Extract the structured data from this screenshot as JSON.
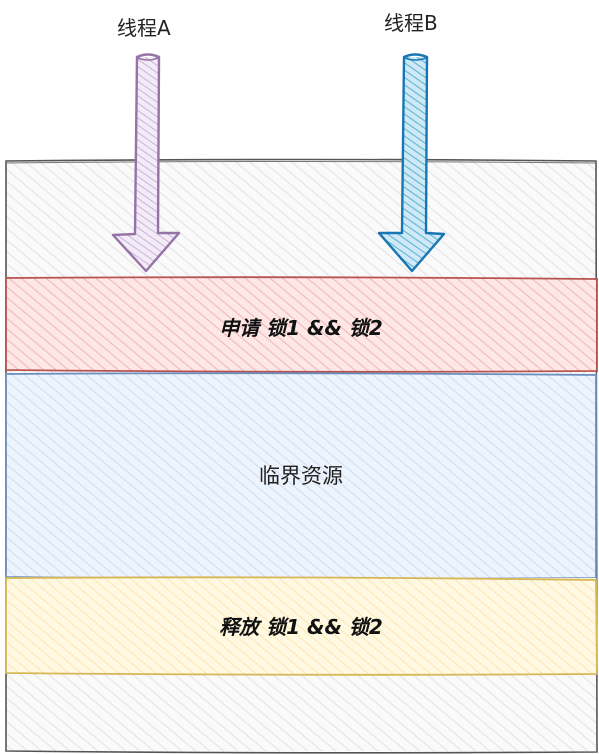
{
  "threads": {
    "a": {
      "label": "线程A",
      "color": "#9673a6"
    },
    "b": {
      "label": "线程B",
      "color": "#1976b3"
    }
  },
  "bands": {
    "acquire": {
      "text": "申请  锁1  &&  锁2",
      "fill": "#f8cecc",
      "stroke": "#b85450"
    },
    "resource": {
      "text": "临界资源",
      "fill": "#dae8fc",
      "stroke": "#6c8ebf"
    },
    "release": {
      "text": "释放  锁1  &&  锁2",
      "fill": "#fff2cc",
      "stroke": "#d6b656"
    }
  },
  "outer": {
    "fill": "#f5f5f5",
    "stroke": "#666666"
  }
}
